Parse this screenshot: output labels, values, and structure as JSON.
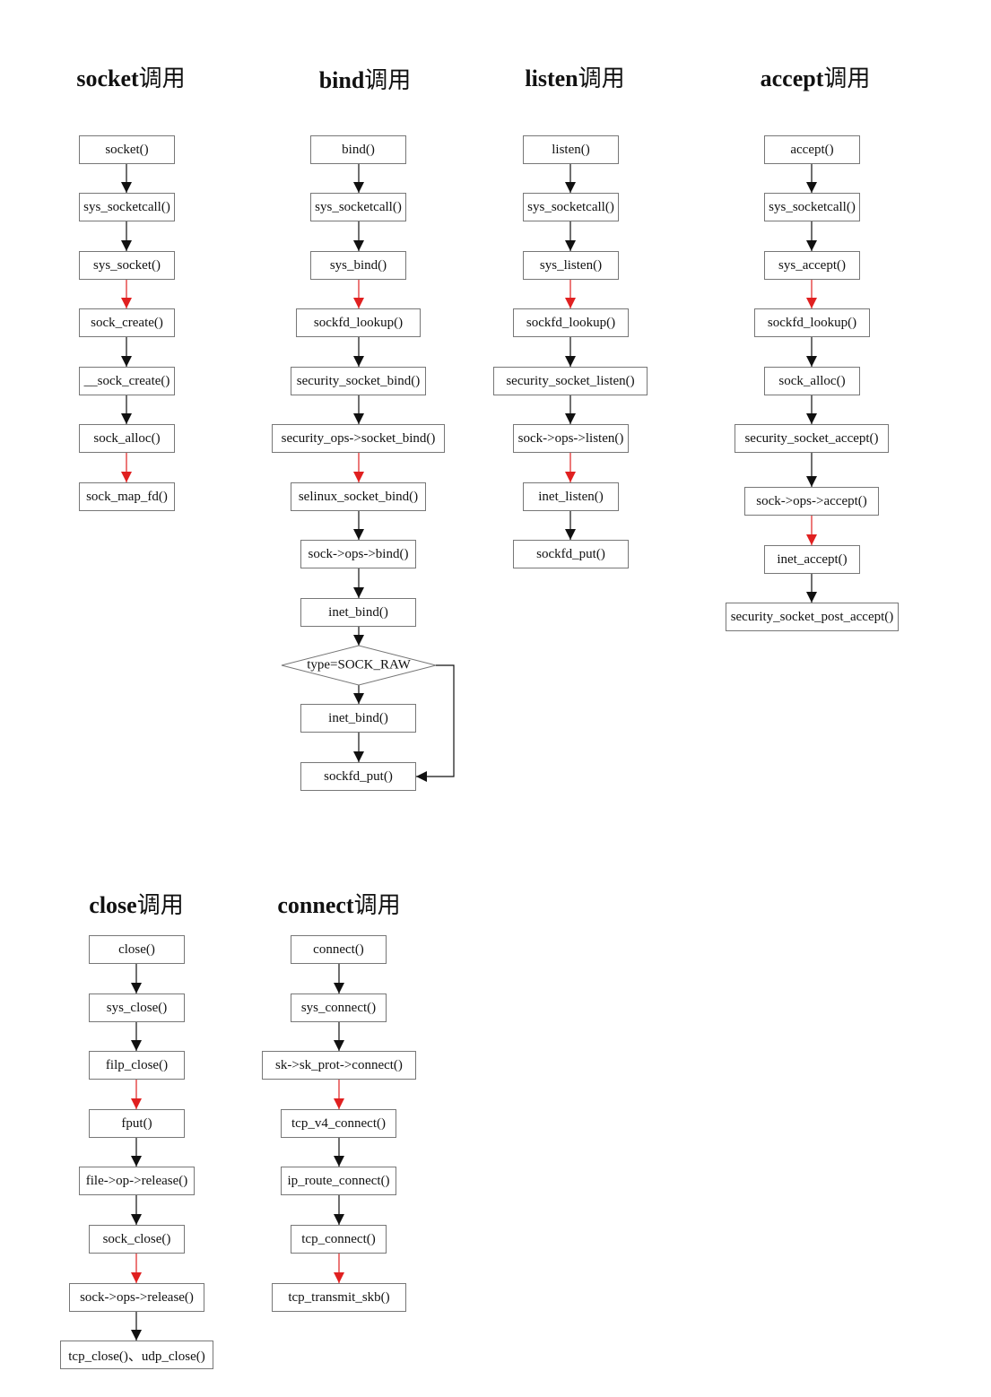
{
  "flows": [
    {
      "title": "socket",
      "title_suffix": "调用",
      "nodes": [
        "socket()",
        "sys_socketcall()",
        "sys_socket()",
        "sock_create()",
        "__sock_create()",
        "sock_alloc()",
        "sock_map_fd()"
      ],
      "arrow_colors": [
        "black",
        "black",
        "red",
        "black",
        "black",
        "red"
      ]
    },
    {
      "title": "bind",
      "title_suffix": "调用",
      "nodes": [
        "bind()",
        "sys_socketcall()",
        "sys_bind()",
        "sockfd_lookup()",
        "security_socket_bind()",
        "security_ops->socket_bind()",
        "selinux_socket_bind()",
        "sock->ops->bind()",
        "inet_bind()",
        "type=SOCK_RAW",
        "inet_bind()",
        "sockfd_put()"
      ],
      "arrow_colors": [
        "black",
        "black",
        "red",
        "black",
        "black",
        "red",
        "black",
        "black",
        "black",
        "black",
        "black"
      ]
    },
    {
      "title": "listen",
      "title_suffix": "调用",
      "nodes": [
        "listen()",
        "sys_socketcall()",
        "sys_listen()",
        "sockfd_lookup()",
        "security_socket_listen()",
        "sock->ops->listen()",
        "inet_listen()",
        "sockfd_put()"
      ],
      "arrow_colors": [
        "black",
        "black",
        "red",
        "black",
        "black",
        "red",
        "black"
      ]
    },
    {
      "title": "accept",
      "title_suffix": "调用",
      "nodes": [
        "accept()",
        "sys_socketcall()",
        "sys_accept()",
        "sockfd_lookup()",
        "sock_alloc()",
        "security_socket_accept()",
        "sock->ops->accept()",
        "inet_accept()",
        "security_socket_post_accept()"
      ],
      "arrow_colors": [
        "black",
        "black",
        "red",
        "black",
        "black",
        "black",
        "red",
        "black"
      ]
    },
    {
      "title": "close",
      "title_suffix": "调用",
      "nodes": [
        "close()",
        "sys_close()",
        "filp_close()",
        "fput()",
        "file->op->release()",
        "sock_close()",
        "sock->ops->release()",
        "tcp_close()、udp_close()"
      ],
      "arrow_colors": [
        "black",
        "black",
        "red",
        "black",
        "black",
        "red",
        "black"
      ]
    },
    {
      "title": "connect",
      "title_suffix": "调用",
      "nodes": [
        "connect()",
        "sys_connect()",
        "sk->sk_prot->connect()",
        "tcp_v4_connect()",
        "ip_route_connect()",
        "tcp_connect()",
        "tcp_transmit_skb()"
      ],
      "arrow_colors": [
        "black",
        "black",
        "red",
        "black",
        "black",
        "red"
      ]
    }
  ],
  "colors": {
    "black": "#111111",
    "red": "#e02020",
    "box_border": "#777777"
  }
}
